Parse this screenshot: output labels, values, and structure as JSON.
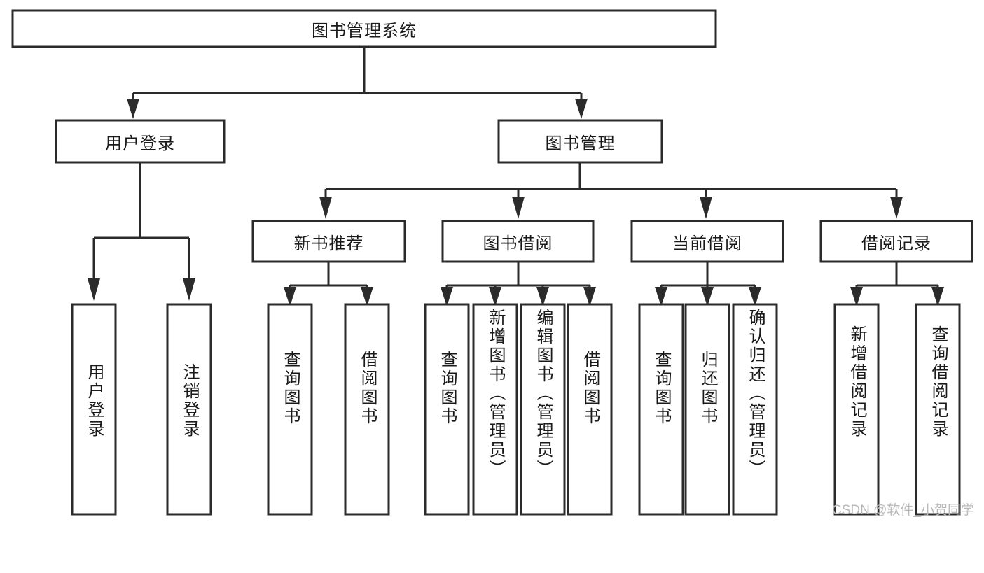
{
  "diagram": {
    "title": "图书管理系统",
    "type": "tree",
    "root": {
      "id": "root",
      "label": "图书管理系统",
      "orientation": "horizontal"
    },
    "level2": [
      {
        "id": "user-login",
        "label": "用户登录",
        "orientation": "horizontal"
      },
      {
        "id": "book-manage",
        "label": "图书管理",
        "orientation": "horizontal"
      }
    ],
    "level3": [
      {
        "id": "new-book-recommend",
        "label": "新书推荐",
        "orientation": "horizontal",
        "parent": "book-manage"
      },
      {
        "id": "book-borrow",
        "label": "图书借阅",
        "orientation": "horizontal",
        "parent": "book-manage"
      },
      {
        "id": "current-borrow",
        "label": "当前借阅",
        "orientation": "horizontal",
        "parent": "book-manage"
      },
      {
        "id": "borrow-record",
        "label": "借阅记录",
        "orientation": "horizontal",
        "parent": "book-manage"
      }
    ],
    "leaves": [
      {
        "id": "leaf-user-login",
        "label": "用户登录",
        "orientation": "vertical",
        "parent": "user-login"
      },
      {
        "id": "leaf-user-logout",
        "label": "注销登录",
        "orientation": "vertical",
        "parent": "user-login"
      },
      {
        "id": "leaf-query-book-1",
        "label": "查询图书",
        "orientation": "vertical",
        "parent": "new-book-recommend"
      },
      {
        "id": "leaf-borrow-book-1",
        "label": "借阅图书",
        "orientation": "vertical",
        "parent": "new-book-recommend"
      },
      {
        "id": "leaf-query-book-2",
        "label": "查询图书",
        "orientation": "vertical",
        "parent": "book-borrow"
      },
      {
        "id": "leaf-add-book",
        "label": "新增图书（管理员）",
        "orientation": "vertical",
        "parent": "book-borrow"
      },
      {
        "id": "leaf-edit-book",
        "label": "编辑图书（管理员）",
        "orientation": "vertical",
        "parent": "book-borrow"
      },
      {
        "id": "leaf-borrow-book-2",
        "label": "借阅图书",
        "orientation": "vertical",
        "parent": "book-borrow"
      },
      {
        "id": "leaf-query-book-3",
        "label": "查询图书",
        "orientation": "vertical",
        "parent": "current-borrow"
      },
      {
        "id": "leaf-return-book",
        "label": "归还图书",
        "orientation": "vertical",
        "parent": "current-borrow"
      },
      {
        "id": "leaf-confirm-return",
        "label": "确认归还（管理员）",
        "orientation": "vertical",
        "parent": "current-borrow"
      },
      {
        "id": "leaf-add-record",
        "label": "新增借阅记录",
        "orientation": "vertical",
        "parent": "borrow-record"
      },
      {
        "id": "leaf-query-record",
        "label": "查询借阅记录",
        "orientation": "vertical",
        "parent": "borrow-record"
      }
    ]
  },
  "watermark": {
    "text": "CSDN @软件_小贺同学"
  },
  "colors": {
    "stroke": "#2b2b2b",
    "fill": "#ffffff",
    "text": "#1a1a1a",
    "watermark": "#b8b8b8",
    "background": "#ffffff"
  }
}
